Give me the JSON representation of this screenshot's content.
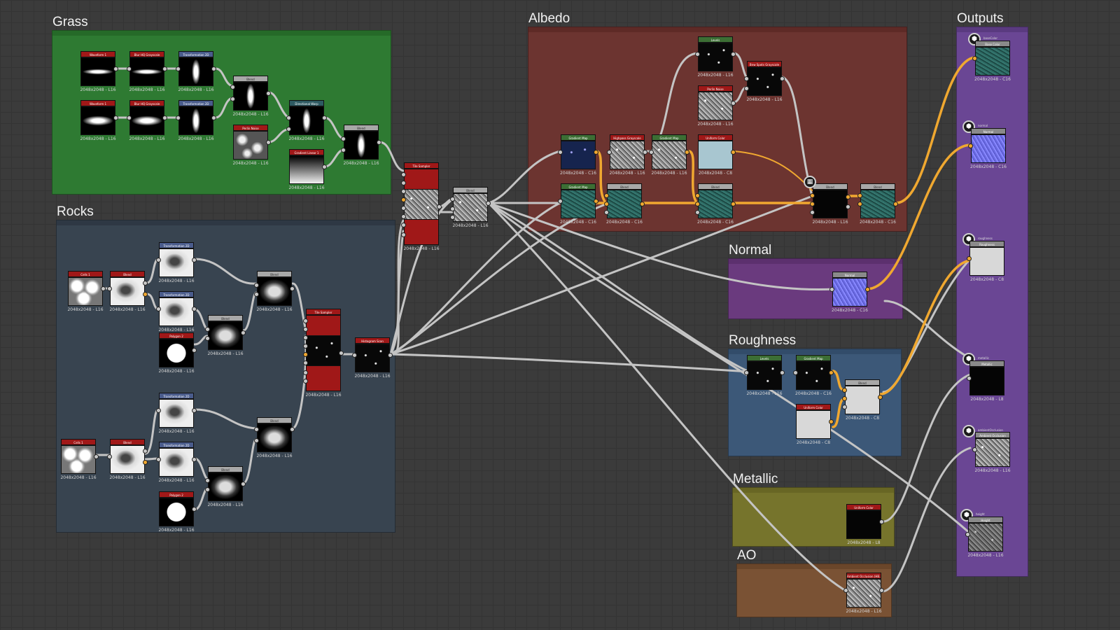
{
  "frames": {
    "grass": {
      "title": "Grass",
      "color": "#2e7a32"
    },
    "rocks": {
      "title": "Rocks",
      "color": "#384450"
    },
    "albedo": {
      "title": "Albedo",
      "color": "#6c3430"
    },
    "normal": {
      "title": "Normal",
      "color": "#6a3a7e"
    },
    "roughness": {
      "title": "Roughness",
      "color": "#3c5878"
    },
    "metallic": {
      "title": "Metallic",
      "color": "#76742c"
    },
    "ao": {
      "title": "AO",
      "color": "#7a5234"
    },
    "outputs": {
      "title": "Outputs",
      "color": "#6a4694"
    }
  },
  "grass": {
    "nodes": [
      {
        "label": "Waveform 1",
        "info": "2048x2048 - L16"
      },
      {
        "label": "Blur HQ Grayscale",
        "info": "2048x2048 - L16"
      },
      {
        "label": "Transformation 2D",
        "info": "2048x2048 - L16"
      },
      {
        "label": "Waveform 1",
        "info": "2048x2048 - L16"
      },
      {
        "label": "Blur HQ Grayscale",
        "info": "2048x2048 - L16"
      },
      {
        "label": "Transformation 2D",
        "info": "2048x2048 - L16"
      },
      {
        "label": "Blend",
        "info": "2048x2048 - L16"
      },
      {
        "label": "Perlin Noise",
        "info": "2048x2048 - L16"
      },
      {
        "label": "Directional Warp",
        "info": "2048x2048 - L16"
      },
      {
        "label": "Gradient Linear 1",
        "info": "2048x2048 - L16"
      },
      {
        "label": "Blend",
        "info": "2048x2048 - L16"
      }
    ]
  },
  "center": {
    "tile_sampler_1": {
      "label": "Tile Sampler",
      "info": "2048x2048 - L16"
    },
    "blend": {
      "label": "Blend",
      "info": "2048x2048 - L16"
    }
  },
  "rocks": {
    "nodes": [
      {
        "label": "Cells 1",
        "info": "2048x2048 - L16"
      },
      {
        "label": "Blend",
        "info": "2048x2048 - L16"
      },
      {
        "label": "Transformation 2D",
        "info": "2048x2048 - L16"
      },
      {
        "label": "Transformation 2D",
        "info": "2048x2048 - L16"
      },
      {
        "label": "Polygon 2",
        "info": "2048x2048 - L16"
      },
      {
        "label": "Blend",
        "info": "2048x2048 - L16"
      },
      {
        "label": "Blend",
        "info": "2048x2048 - L16"
      },
      {
        "label": "Tile Sampler",
        "info": "2048x2048 - L16"
      },
      {
        "label": "Histogram Scan",
        "info": "2048x2048 - L16"
      },
      {
        "label": "Transformation 2D",
        "info": "2048x2048 - L16"
      },
      {
        "label": "Cells 1",
        "info": "2048x2048 - L16"
      },
      {
        "label": "Blend",
        "info": "2048x2048 - L16"
      },
      {
        "label": "Transformation 2D",
        "info": "2048x2048 - L16"
      },
      {
        "label": "Blend",
        "info": "2048x2048 - L16"
      },
      {
        "label": "Blend",
        "info": "2048x2048 - L16"
      },
      {
        "label": "Polygon 2",
        "info": "2048x2048 - L16"
      }
    ]
  },
  "albedo": {
    "nodes": [
      {
        "label": "Gradient Map",
        "info": "2048x2048 - C16"
      },
      {
        "label": "Highpass Grayscale",
        "info": "2048x2048 - L16"
      },
      {
        "label": "Gradient Map",
        "info": "2048x2048 - L16"
      },
      {
        "label": "Levels",
        "info": "2048x2048 - L16"
      },
      {
        "label": "Perlin Noise",
        "info": "2048x2048 - L16"
      },
      {
        "label": "Bnw Spots Grayscale",
        "info": "2048x2048 - L16"
      },
      {
        "label": "Uniform Color",
        "info": "2048x2048 - C8"
      },
      {
        "label": "Gradient Map",
        "info": "2048x2048 - C16"
      },
      {
        "label": "Blend",
        "info": "2048x2048 - C16"
      },
      {
        "label": "Blend",
        "info": "2048x2048 - C16"
      },
      {
        "label": "Blend",
        "info": "2048x2048 - L16"
      },
      {
        "label": "Blend",
        "info": "2048x2048 - C16"
      }
    ]
  },
  "normal": {
    "node": {
      "label": "Normal",
      "info": "2048x2048 - C16"
    }
  },
  "roughness": {
    "nodes": [
      {
        "label": "Levels",
        "info": "2048x2048 - L16"
      },
      {
        "label": "Gradient Map",
        "info": "2048x2048 - C16"
      },
      {
        "label": "Blend",
        "info": "2048x2048 - C8"
      },
      {
        "label": "Uniform Color",
        "info": "2048x2048 - C8"
      }
    ]
  },
  "metallic": {
    "node": {
      "label": "Uniform Color",
      "info": "2048x2048 - L8"
    }
  },
  "ao": {
    "node": {
      "label": "Ambient Occlusion (HB...",
      "info": "2048x2048 - L16"
    }
  },
  "outputs": {
    "nodes": [
      {
        "sub": "baseColor",
        "label": "Base Color",
        "info": "2048x2048 - C16"
      },
      {
        "sub": "normal",
        "label": "Normal",
        "info": "2048x2048 - C16"
      },
      {
        "sub": "roughness",
        "label": "Roughness",
        "info": "2048x2048 - C8"
      },
      {
        "sub": "metallic",
        "label": "Metallic",
        "info": "2048x2048 - L8"
      },
      {
        "sub": "ambientOcclusion",
        "label": "Ambient Occlusion",
        "info": "2048x2048 - L16"
      },
      {
        "sub": "height",
        "label": "Height",
        "info": "2048x2048 - L16"
      }
    ]
  },
  "icons": {
    "output": "cube-icon",
    "blend_mode": "checker-icon"
  },
  "colors": {
    "wire": "#c4c4c4",
    "wire_highlight": "#f0a830"
  }
}
